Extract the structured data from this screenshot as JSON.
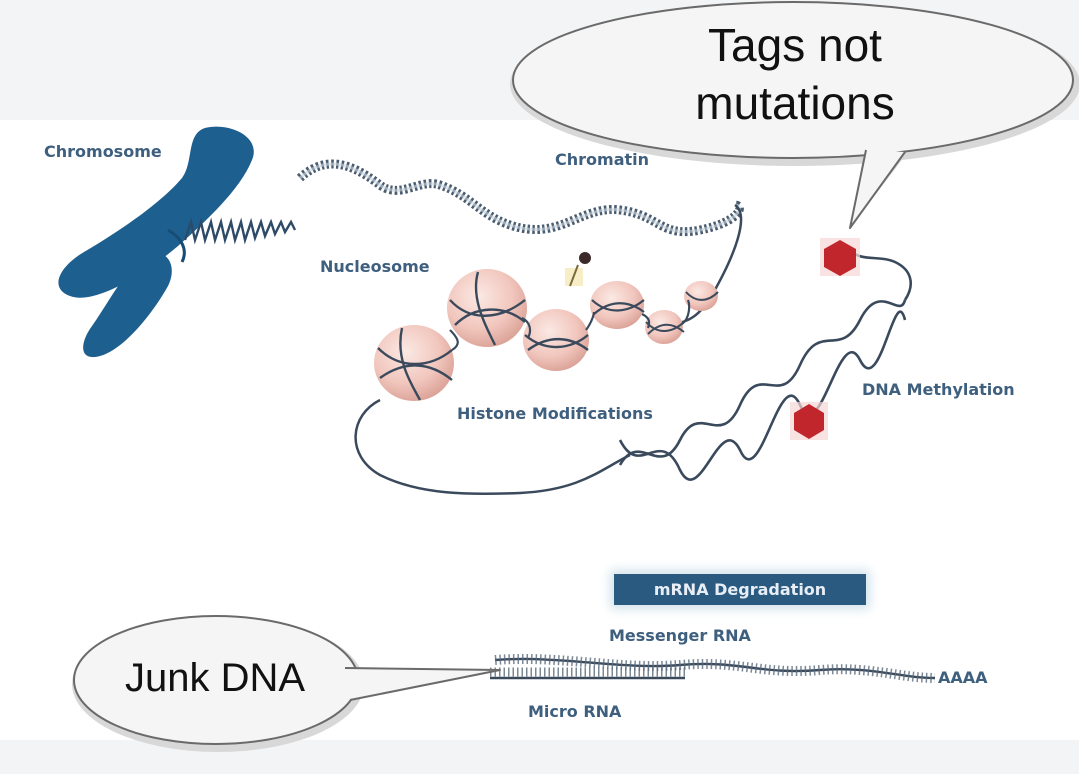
{
  "diagram": {
    "labels": {
      "chromosome": "Chromosome",
      "chromatin": "Chromatin",
      "nucleosome": "Nucleosome",
      "histone_modifications": "Histone Modifications",
      "dna_methylation": "DNA Methylation",
      "mrna_degradation": "mRNA Degradation",
      "messenger_rna": "Messenger RNA",
      "micro_rna": "Micro RNA",
      "poly_a": "AAAA"
    },
    "callouts": {
      "tags_line1": "Tags not",
      "tags_line2": "mutations",
      "junk_dna": "Junk DNA"
    },
    "colors": {
      "chromosome": "#1d5f8f",
      "label": "#3f5f7e",
      "strand": "#3a4a5c",
      "nucleosome": "#f0c9c2",
      "methyl_tag": "#c0262c",
      "mrna_box": "#2b5a80"
    }
  }
}
